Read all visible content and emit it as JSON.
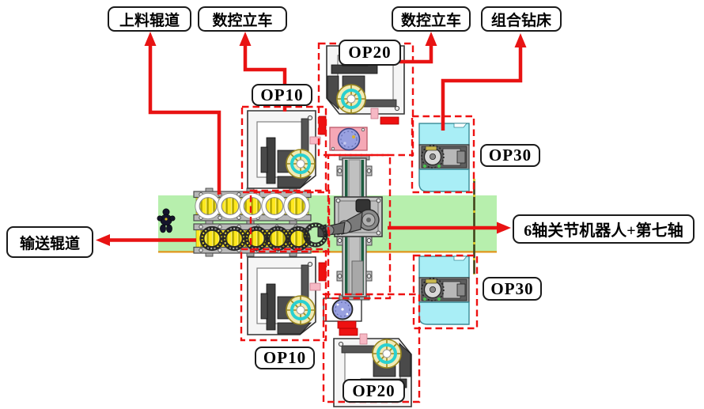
{
  "callouts": {
    "loading_roller": "上料辊道",
    "cnc_lathe_left": "数控立车",
    "cnc_lathe_right": "数控立车",
    "combo_drill": "组合钻床",
    "transfer_roller": "输送辊道",
    "robot_axis": "6轴关节机器人+第七轴"
  },
  "stations": {
    "op10_top": "OP10",
    "op20_top": "OP20",
    "op30_top": "OP30",
    "op30_bottom": "OP30",
    "op10_bottom": "OP10",
    "op20_bottom": "OP20"
  },
  "colors": {
    "accent_red": "#e81313",
    "conveyor_green": "#b7efad",
    "edge_orange": "#e0951c",
    "roller_yellow": "#ffe81e",
    "machine_cyan": "#a9eef6",
    "chuck_cyan": "#2ad0d0",
    "chuck_cream": "#f2eab2",
    "rotary_pink": "#f5a8b6",
    "rotary_purple": "#98a0e0"
  }
}
